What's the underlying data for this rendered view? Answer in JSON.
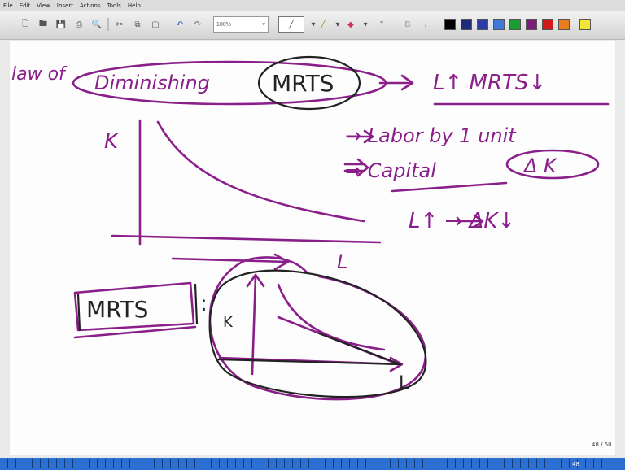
{
  "menu": [
    "File",
    "Edit",
    "View",
    "Insert",
    "Actions",
    "Tools",
    "Help"
  ],
  "toolbar": {
    "zoom_value": "100%",
    "bold_label": "B",
    "italic_label": "I",
    "swatches": [
      "#000000",
      "#1f2a7a",
      "#2b3aa8",
      "#3f79d9",
      "#1a9e34",
      "#7a1e7a",
      "#d11a1a",
      "#e77d1d",
      "#f2e53a"
    ]
  },
  "slide": {
    "counter": "48 / 50",
    "status_page": "48"
  },
  "ink": {
    "line1_left": "law of",
    "line1_main": "Diminishing",
    "line1_circled": "MRTS",
    "line1_right": "L↑  MRTS↓",
    "axis_k": "K",
    "axis_l": "L",
    "note1": "→ Labor by 1 unit",
    "note2": "⇒ Capital",
    "note2_circled": "Δ K",
    "note3": "L↑ → ΔK↓",
    "box_label": "MRTS",
    "colon": ":",
    "small_k": "K",
    "small_l": "L"
  }
}
